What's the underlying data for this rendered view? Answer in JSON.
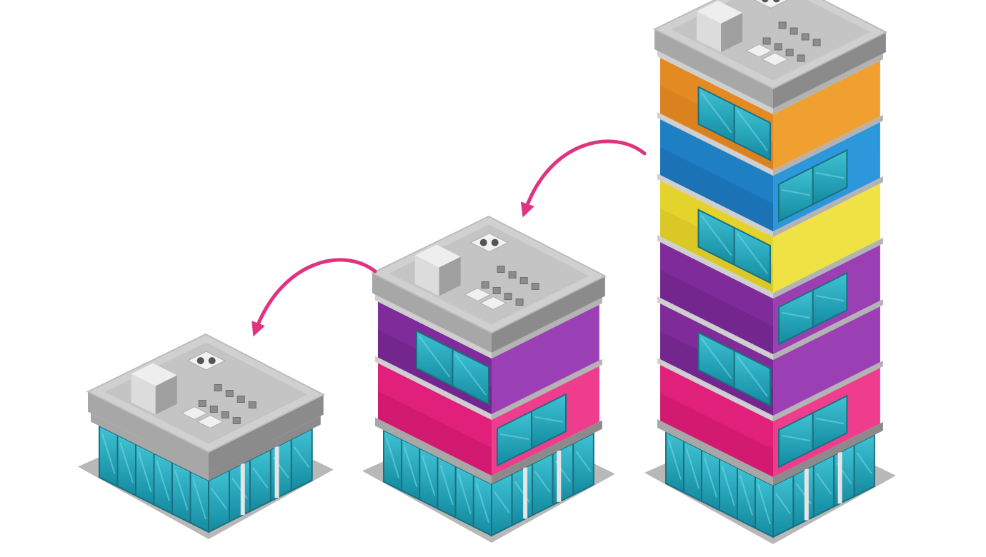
{
  "colors": {
    "background": "#ffffff",
    "arrow": "#e0337f",
    "glass_top": "#36b7c9",
    "glass_bottom": "#148fa5",
    "glass_frame": "#1d6f7f",
    "roof_top": "#d0d0d0",
    "roof_side": "#a7a7a7",
    "roof_side_dark": "#8b8b8b",
    "ground": "#b8b8b8"
  },
  "buildings": [
    {
      "name": "one-storey",
      "floors": []
    },
    {
      "name": "three-storey",
      "floors": [
        "purple",
        "pink"
      ]
    },
    {
      "name": "seven-storey",
      "floors": [
        "orange",
        "blue",
        "yellow",
        "purple",
        "purple",
        "pink"
      ]
    }
  ],
  "floor_palette": {
    "orange": {
      "left": "#e48a22",
      "right": "#f0a030",
      "band": "#c9721a"
    },
    "blue": {
      "left": "#1f7fc4",
      "right": "#2d97db",
      "band": "#155f9c"
    },
    "yellow": {
      "left": "#e4d32a",
      "right": "#efe245",
      "band": "#c6b51c"
    },
    "purple": {
      "left": "#7f2b9a",
      "right": "#9b3fb4",
      "band": "#5f1e76"
    },
    "pink": {
      "left": "#e0207a",
      "right": "#ef3d8d",
      "band": "#b8155f"
    }
  },
  "arrows": [
    {
      "name": "arrow-large-to-medium"
    },
    {
      "name": "arrow-medium-to-small"
    }
  ]
}
